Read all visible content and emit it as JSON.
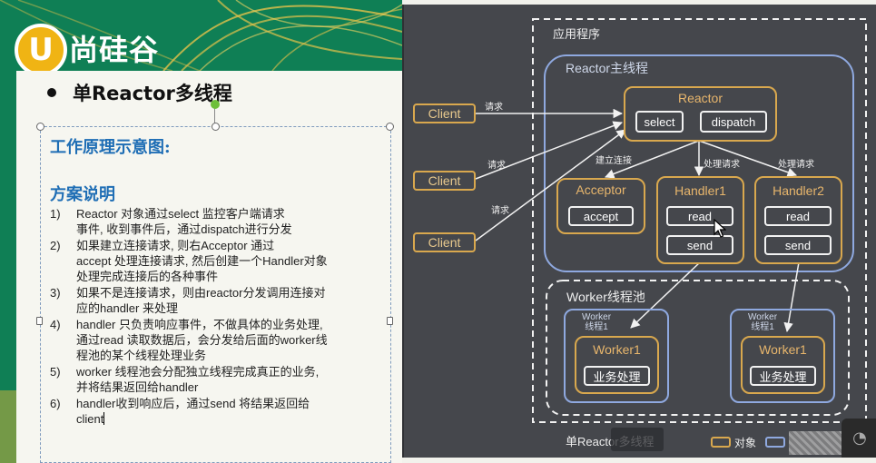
{
  "slide": {
    "brand": "尚硅谷",
    "logo_letter": "U",
    "title": "单Reactor多线程",
    "section1": "工作原理示意图:",
    "section2": "方案说明",
    "steps": [
      {
        "num": "1)",
        "lines": [
          "Reactor 对象通过select 监控客户端请求",
          "事件, 收到事件后，通过dispatch进行分发"
        ]
      },
      {
        "num": "2)",
        "lines": [
          "如果建立连接请求, 则右Acceptor 通过",
          "accept 处理连接请求, 然后创建一个Handler对象",
          "处理完成连接后的各种事件"
        ]
      },
      {
        "num": "3)",
        "lines": [
          "如果不是连接请求，则由reactor分发调用连接对",
          "应的handler 来处理"
        ]
      },
      {
        "num": "4)",
        "lines": [
          "handler 只负责响应事件，不做具体的业务处理,",
          "通过read 读取数据后，会分发给后面的worker线",
          "程池的某个线程处理业务"
        ]
      },
      {
        "num": "5)",
        "lines": [
          "worker 线程池会分配独立线程完成真正的业务,",
          "并将结果返回给handler"
        ]
      },
      {
        "num": "6)",
        "lines": [
          "handler收到响应后，通过send 将结果返回给",
          "client"
        ]
      }
    ]
  },
  "diagram": {
    "app_label": "应用程序",
    "main_thread_label": "Reactor主线程",
    "clients": [
      "Client",
      "Client",
      "Client"
    ],
    "request_label": "请求",
    "reactor": {
      "title": "Reactor",
      "methods": [
        "select",
        "dispatch"
      ]
    },
    "acceptor": {
      "title": "Acceptor",
      "methods": [
        "accept"
      ]
    },
    "handler1": {
      "title": "Handler1",
      "methods": [
        "read",
        "send"
      ]
    },
    "handler2": {
      "title": "Handler2",
      "methods": [
        "read",
        "send"
      ]
    },
    "arrow_labels": {
      "connect": "建立连接",
      "process1": "处理请求",
      "process2": "处理请求"
    },
    "pool_label": "Worker线程池",
    "worker_thread_label": [
      "Worker",
      "线程1"
    ],
    "worker": {
      "title": "Worker1",
      "method": "业务处理"
    },
    "caption": "单Reactor多线程",
    "legend_object": "对象",
    "colors": {
      "object": "#d9a84e",
      "thread": "#8fa9e0",
      "background": "#45474c"
    }
  }
}
